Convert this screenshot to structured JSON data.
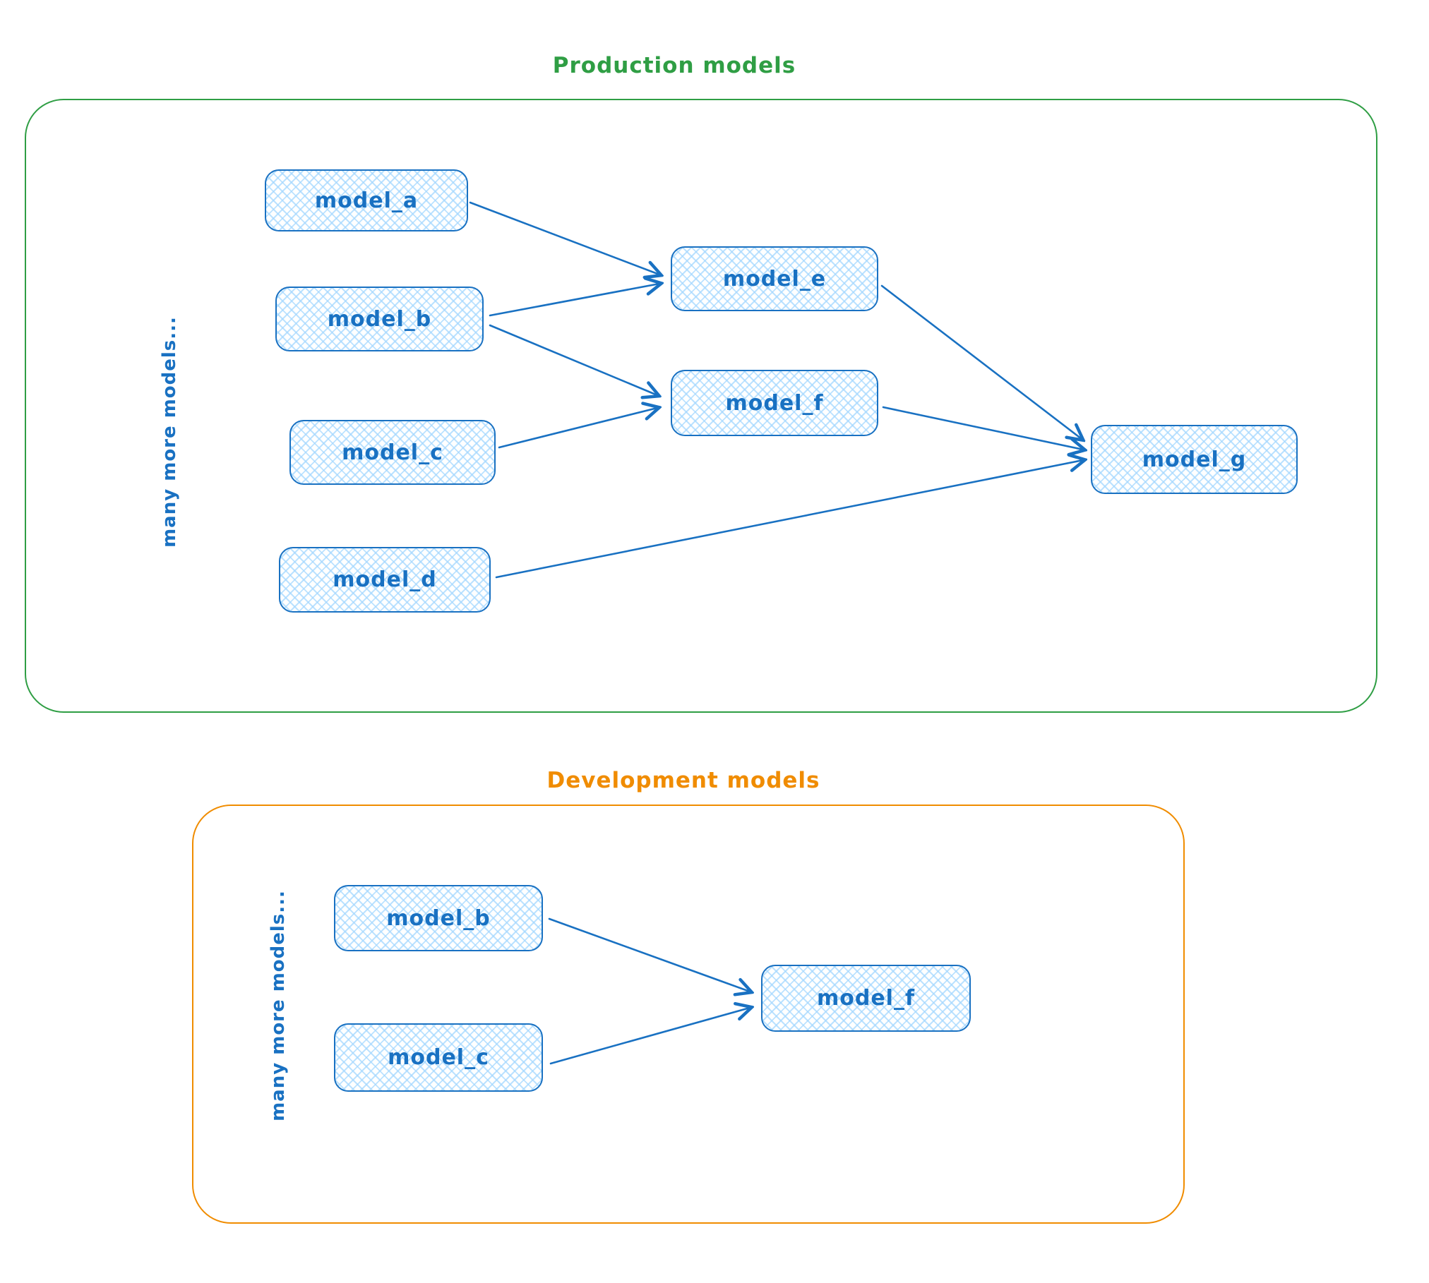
{
  "colors": {
    "node_stroke": "#1971c2",
    "node_fill": "#a5d8ff",
    "production_border": "#2f9e44",
    "development_border": "#f08c00",
    "background": "#ffffff"
  },
  "production": {
    "title": "Production models",
    "side_label": "many more models...",
    "nodes": [
      {
        "label": "model_a"
      },
      {
        "label": "model_b"
      },
      {
        "label": "model_c"
      },
      {
        "label": "model_d"
      },
      {
        "label": "model_e"
      },
      {
        "label": "model_f"
      },
      {
        "label": "model_g"
      }
    ],
    "edges": [
      {
        "from": "model_a",
        "to": "model_e"
      },
      {
        "from": "model_b",
        "to": "model_e"
      },
      {
        "from": "model_b",
        "to": "model_f"
      },
      {
        "from": "model_c",
        "to": "model_f"
      },
      {
        "from": "model_e",
        "to": "model_g"
      },
      {
        "from": "model_f",
        "to": "model_g"
      },
      {
        "from": "model_d",
        "to": "model_g"
      }
    ]
  },
  "development": {
    "title": "Development models",
    "side_label": "many more models...",
    "nodes": [
      {
        "label": "model_b"
      },
      {
        "label": "model_c"
      },
      {
        "label": "model_f"
      }
    ],
    "edges": [
      {
        "from": "model_b",
        "to": "model_f"
      },
      {
        "from": "model_c",
        "to": "model_f"
      }
    ]
  }
}
